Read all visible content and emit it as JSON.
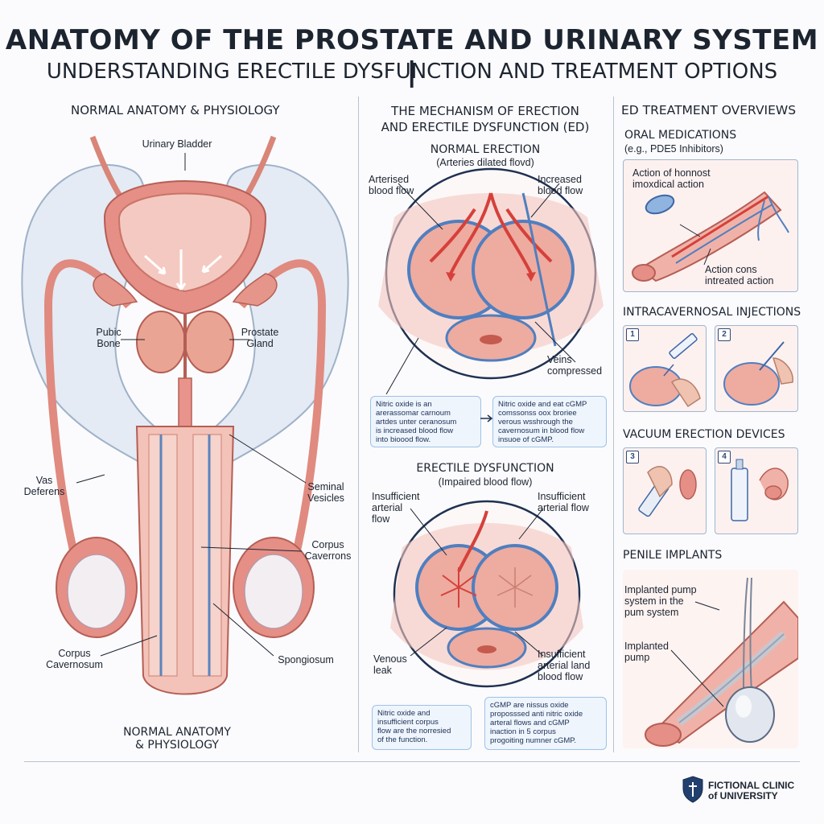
{
  "header": {
    "title": "ANATOMY OF THE PROSTATE AND URINARY SYSTEM |",
    "subtitle": "UNDERSTANDING ERECTILE DYSFUNCTION AND TREATMENT OPTIONS"
  },
  "left": {
    "heading": "NORMAL ANATOMY & PHYSIOLOGY",
    "labels": {
      "urinary_bladder": "Urinary Bladder",
      "pubic_bone": "Pubic\nBone",
      "prostate_gland": "Prostate\nGland",
      "vas_deferens": "Vas\nDeferens",
      "seminal_vesicles": "Seminal\nVesicles",
      "corpus_caverrons": "Corpus\nCaverrons",
      "corpus_cavernosum": "Corpus\nCavernosum",
      "spongiosum": "Spongiosum"
    },
    "footer": "NORMAL ANATOMY\n& PHYSIOLOGY"
  },
  "middle": {
    "heading": "THE MECHANISM OF ERECTION\nAND ERECTILE DYSFUNCTION (ED)",
    "normal": {
      "title": "NORMAL ERECTION",
      "subtitle": "(Arteries dilated flovd)",
      "label_left": "Arterised\nblood flow",
      "label_right": "Increased\nblood flow",
      "label_veins": "Veins\ncompressed",
      "note_left": "Nitric oxide is an\narerassomar carnoum\nartdes unter ceranosum\nis increased blood flow\ninto bioood flow.",
      "note_right": "Nitric oxide and eat cGMP\ncomssonss oox broriee\nverous wsshrough the\ncavernosum in blood flow\ninsuoe of cGMP."
    },
    "ed": {
      "title": "ERECTILE DYSFUNCTION",
      "subtitle": "(Impaired blood flow)",
      "label_left": "Insufficient\narterial\nflow",
      "label_right": "Insufficient\narterial flow",
      "label_venous": "Venous\nleak",
      "label_right2": "Insufficient\narterial land\nblood flow",
      "note_left": "Nitric oxide and\ninsufficient corpus\nflow are the norresied\nof the function.",
      "note_right": "cGMP are nissus oxide\nproposssed anti nitric oxide\narteral flows and cGMP\ninaction in 5 corpus\nprogoiting numner cGMP."
    }
  },
  "right": {
    "heading": "ED TREATMENT OVERVIEWS",
    "oral": {
      "title": "ORAL MEDICATIONS",
      "subtitle": "(e.g., PDE5 Inhibitors)",
      "label1": "Action of honnost\nimoxdical action",
      "label2": "Action cons\nintreated action"
    },
    "injections": {
      "title": "INTRACAVERNOSAL INJECTIONS",
      "n1": "1",
      "n2": "2"
    },
    "vacuum": {
      "title": "VACUUM ERECTION DEVICES",
      "n3": "3",
      "n4": "4"
    },
    "implants": {
      "title": "PENILE IMPLANTS",
      "label1": "Implanted pump\nsystem in the\npum system",
      "label2": "Implanted\npump"
    }
  },
  "footer": {
    "logo_text": "FICTIONAL CLINIC\nof UNIVERSITY"
  },
  "colors": {
    "tissue": "#e8948c",
    "tissue_light": "#f6cfc7",
    "artery": "#d6403a",
    "vein": "#5b84bd",
    "bone": "#dfe7f1",
    "ink": "#1c2430"
  }
}
